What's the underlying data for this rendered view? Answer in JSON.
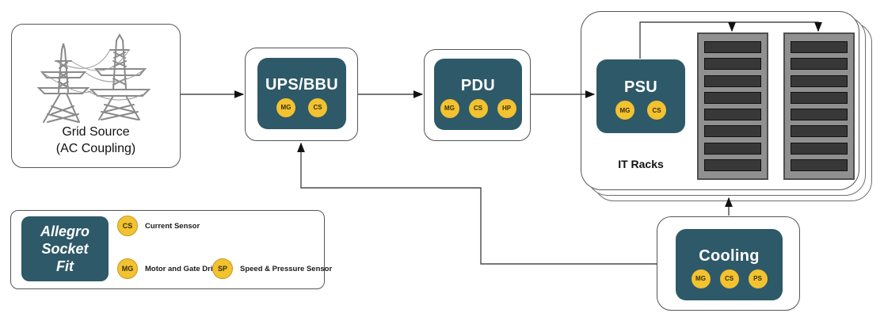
{
  "nodes": {
    "grid": {
      "line1": "Grid Source",
      "line2": "(AC Coupling)"
    },
    "ups": {
      "label": "UPS/BBU",
      "chips": [
        "MG",
        "CS"
      ]
    },
    "pdu": {
      "label": "PDU",
      "chips": [
        "MG",
        "CS",
        "HP"
      ]
    },
    "psu": {
      "label": "PSU",
      "chips": [
        "MG",
        "CS"
      ]
    },
    "it_racks": {
      "label": "IT Racks",
      "rack_count": 2,
      "slots_per_rack": 8
    },
    "cooling": {
      "label": "Cooling",
      "chips": [
        "MG",
        "CS",
        "PS"
      ]
    }
  },
  "legend": {
    "title_lines": [
      "Allegro",
      "Socket",
      "Fit"
    ],
    "items": [
      {
        "code": "CS",
        "label": "Current Sensor"
      },
      {
        "code": "MG",
        "label": "Motor and Gate Drivers"
      },
      {
        "code": "SP",
        "label": "Speed & Pressure Sensor"
      }
    ]
  },
  "colors": {
    "teal": "#2E5968",
    "chip_yellow": "#F2C230",
    "chip_border": "#C9991B",
    "chip_text": "#3A2E05",
    "line": "#4A4A4A",
    "rack_body": "#909090",
    "rack_slot": "#383838",
    "box_border": "#555555"
  }
}
